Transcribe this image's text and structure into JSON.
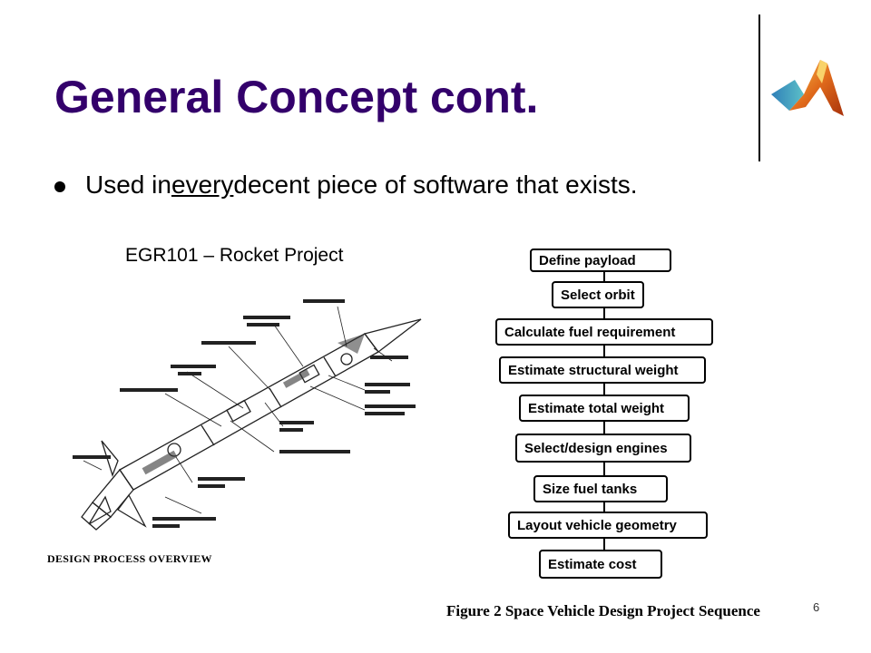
{
  "slide": {
    "title": "General Concept cont.",
    "bullet": {
      "before": "Used in ",
      "emphasis": "every",
      "after": " decent piece of software that exists."
    },
    "project_label": "EGR101 – Rocket Project",
    "rocket_caption": "DESIGN PROCESS OVERVIEW",
    "flowchart_steps": [
      "Define payload",
      "Select orbit",
      "Calculate fuel requirement",
      "Estimate structural weight",
      "Estimate total weight",
      "Select/design engines",
      "Size fuel tanks",
      "Layout vehicle geometry",
      "Estimate cost"
    ],
    "figure_caption": "Figure 2  Space Vehicle Design Project Sequence",
    "slide_number": "6",
    "logo_icon": "matlab-logo-icon",
    "title_color": "#33006b"
  }
}
